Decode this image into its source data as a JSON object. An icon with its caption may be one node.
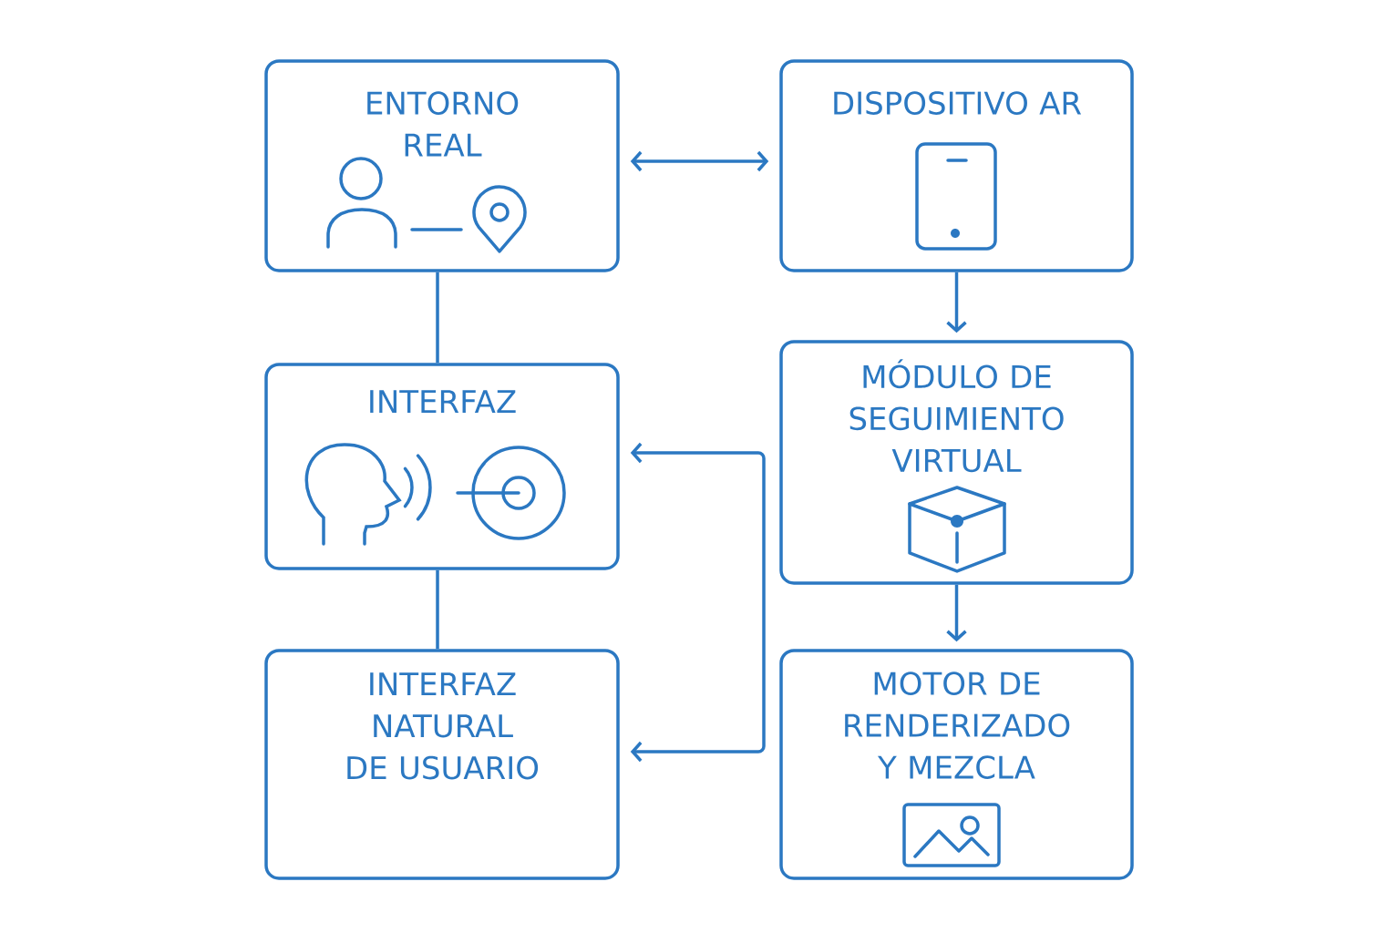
{
  "diagram": {
    "nodes": [
      {
        "text": [
          "ENTORNO REAL"
        ]
      },
      {
        "text": [
          "DISPOSITIVO AR"
        ]
      },
      {
        "text": [
          "INTERFAZ"
        ]
      },
      {
        "text": [
          "MÓDULO DE SEGUIMIENTO VIRTUAL"
        ]
      },
      {
        "text": [
          "INTERFAZ NATURAL DE USUARIO"
        ]
      },
      {
        "text": [
          "MOTOR DE RENDERIZADO Y MEZCLA"
        ]
      }
    ],
    "edges": [
      {
        "from": 0,
        "to": 1,
        "arrow": "both"
      },
      {
        "from": 0,
        "to": 2,
        "arrow": "none"
      },
      {
        "from": 2,
        "to": 4,
        "arrow": "none"
      },
      {
        "from": 1,
        "to": 3,
        "arrow": "to"
      },
      {
        "from": 3,
        "to": 5,
        "arrow": "to"
      },
      {
        "from": 2,
        "to": 4,
        "arrow": "both"
      }
    ]
  }
}
